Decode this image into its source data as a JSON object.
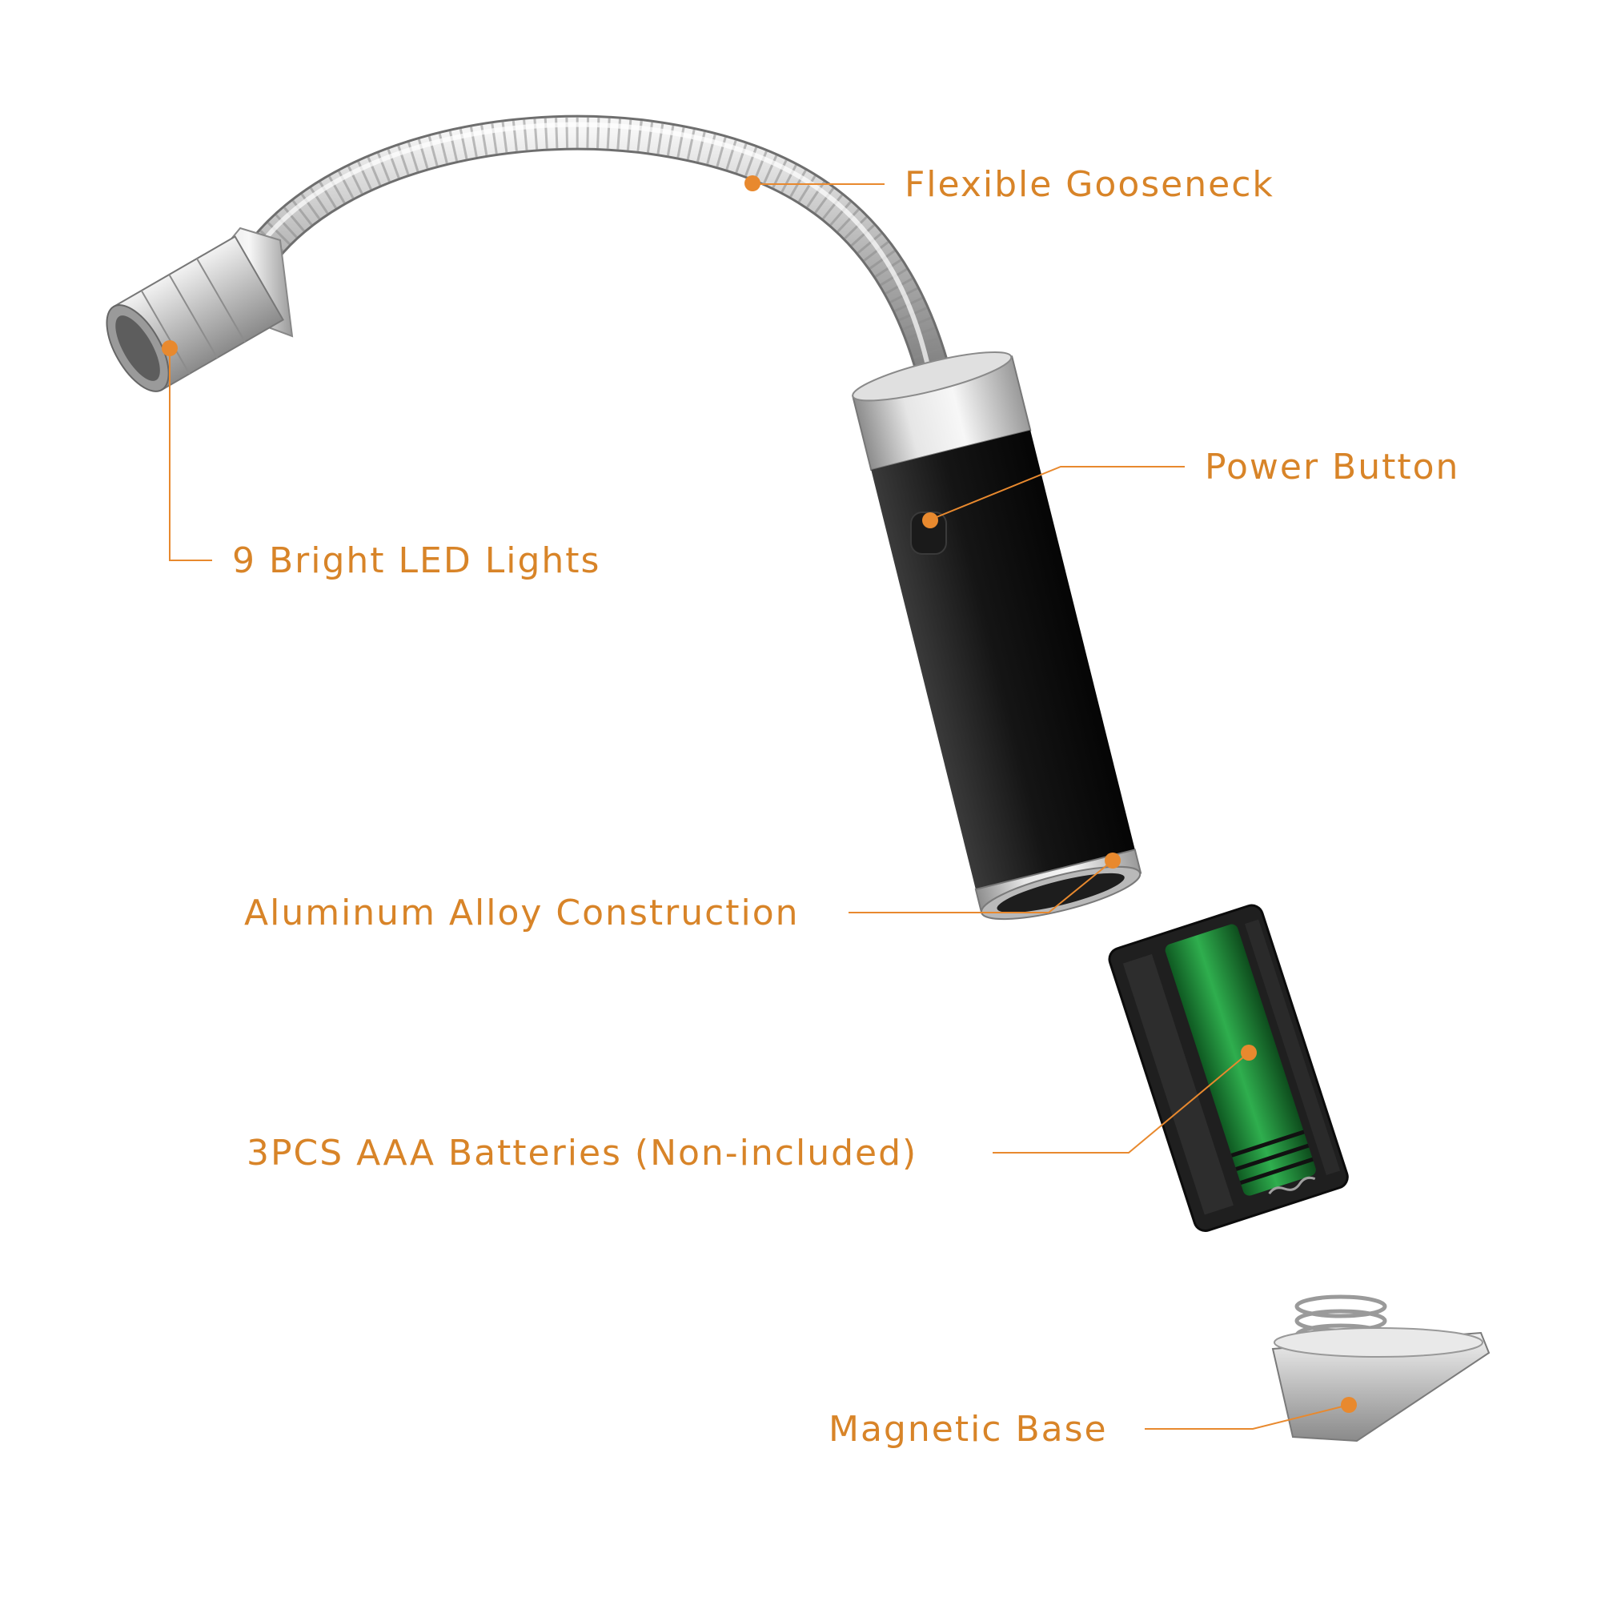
{
  "colors": {
    "accent": "#e8892e",
    "label": "#d88428",
    "background": "#ffffff",
    "handle": "#1b1b1b",
    "metal": "#c8c8c8",
    "battery_green": "#1f8a3a"
  },
  "callouts": {
    "gooseneck": "Flexible Gooseneck",
    "power_button": "Power Button",
    "led_lights": "9 Bright LED Lights",
    "aluminum": "Aluminum Alloy Construction",
    "batteries": "3PCS AAA Batteries (Non-included)",
    "magnetic_base": "Magnetic Base"
  }
}
